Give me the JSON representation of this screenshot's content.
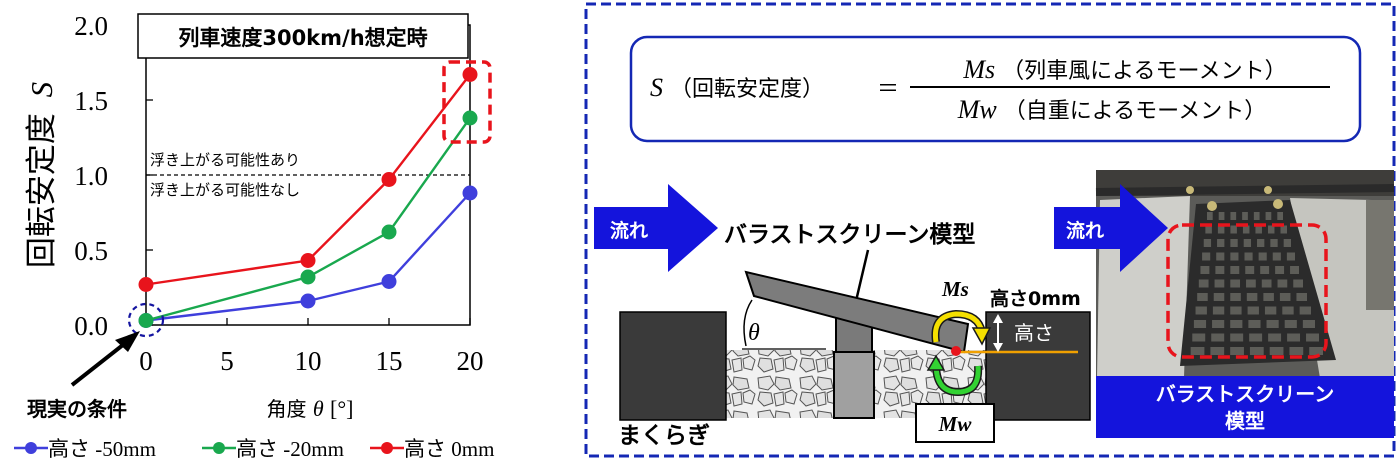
{
  "chart_data": {
    "type": "line",
    "title": "列車速度300km/h想定時",
    "ylabel_text": "回転安定度",
    "ylabel_symbol": "S",
    "xlabel_text": "角度",
    "xlabel_symbol": "θ",
    "xlabel_unit": "[°]",
    "x": [
      0,
      10,
      15,
      20
    ],
    "xlim": [
      0,
      20
    ],
    "ylim": [
      0,
      2.0
    ],
    "xticks": [
      "0",
      "5",
      "10",
      "15",
      "20"
    ],
    "yticks": [
      "0.0",
      "0.5",
      "1.0",
      "1.5",
      "2.0"
    ],
    "threshold": 1.0,
    "threshold_label_above": "浮き上がる可能性あり",
    "threshold_label_below": "浮き上がる可能性なし",
    "series": [
      {
        "name": "高さ -50mm",
        "color": "#3f3fdc",
        "values": [
          0.03,
          0.16,
          0.29,
          0.88
        ]
      },
      {
        "name": "高さ -20mm",
        "color": "#19a84e",
        "values": [
          0.03,
          0.32,
          0.62,
          1.38
        ]
      },
      {
        "name": "高さ 0mm",
        "color": "#e8141c",
        "values": [
          0.27,
          0.43,
          0.97,
          1.67
        ]
      }
    ],
    "annotation_current": "現実の条件"
  },
  "formula": {
    "lhs_symbol": "S",
    "lhs_text": "（回転安定度）",
    "equals": "＝",
    "num_symbol": "Ms",
    "num_text": "（列車風によるモーメント）",
    "den_symbol": "Mw",
    "den_text": "（自重によるモーメント）"
  },
  "diagram": {
    "flow_label": "流れ",
    "model_label": "バラストスクリーン模型",
    "ms_label": "Ms",
    "mw_label": "Mw",
    "height0_label": "高さ0mm",
    "height_label": "高さ",
    "theta_label": "θ",
    "sleeper_label": "まくらぎ"
  },
  "photo": {
    "flow_label": "流れ",
    "caption_line1": "バラストスクリーン",
    "caption_line2": "模型"
  },
  "colors": {
    "frame_blue": "#1428b4",
    "arrow_blue": "#1414dc",
    "highlight_red": "#e8141c",
    "orange_line": "#f0a000",
    "yellow_arrow": "#f5e000",
    "green_arrow": "#32d232"
  }
}
